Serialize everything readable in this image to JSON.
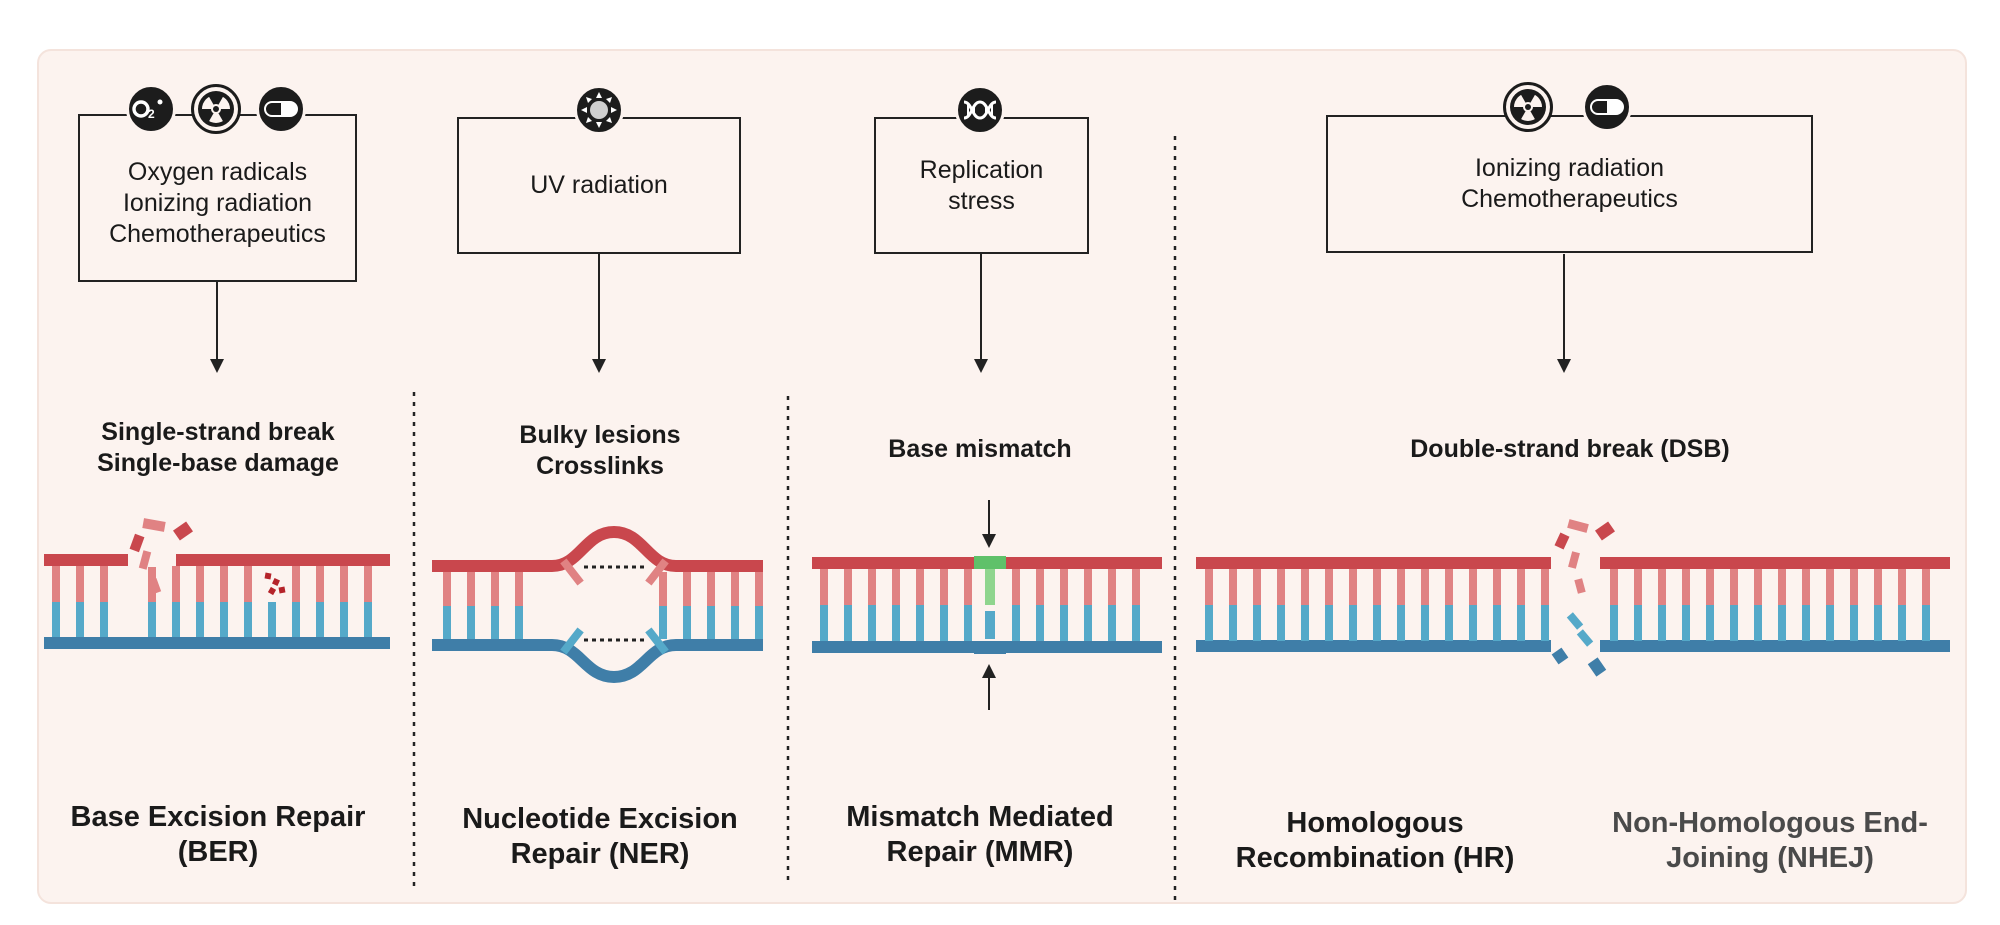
{
  "colors": {
    "strand_red": "#c9474d",
    "base_red": "#e08283",
    "strand_blue": "#3f7ea8",
    "base_blue": "#55a9c9",
    "mismatch_green": "#5fc16a",
    "background": "#fcf3ef"
  },
  "columns": [
    {
      "id": "ber",
      "icons": [
        "oxygen-radical-icon",
        "radiation-icon",
        "pill-icon"
      ],
      "source_lines": [
        "Oxygen radicals",
        "Ionizing radiation",
        "Chemotherapeutics"
      ],
      "damage_lines": [
        "Single-strand break",
        "Single-base damage"
      ],
      "repair_lines": [
        "Base Excision Repair",
        "(BER)"
      ]
    },
    {
      "id": "ner",
      "icons": [
        "uv-sun-icon"
      ],
      "source_lines": [
        "UV radiation"
      ],
      "damage_lines": [
        "Bulky lesions",
        "Crosslinks"
      ],
      "repair_lines": [
        "Nucleotide Excision",
        "Repair (NER)"
      ]
    },
    {
      "id": "mmr",
      "icons": [
        "dna-icon"
      ],
      "source_lines": [
        "Replication",
        "stress"
      ],
      "damage_lines": [
        "Base mismatch"
      ],
      "repair_lines": [
        "Mismatch Mediated",
        "Repair (MMR)"
      ]
    },
    {
      "id": "dsb",
      "icons": [
        "radiation-icon",
        "pill-icon"
      ],
      "source_lines": [
        "Ionizing radiation",
        "Chemotherapeutics"
      ],
      "damage_lines": [
        "Double-strand break (DSB)"
      ],
      "repair_hr_lines": [
        "Homologous",
        "Recombination (HR)"
      ],
      "repair_nhej_lines": [
        "Non-Homologous End-",
        "Joining (NHEJ)"
      ]
    }
  ]
}
